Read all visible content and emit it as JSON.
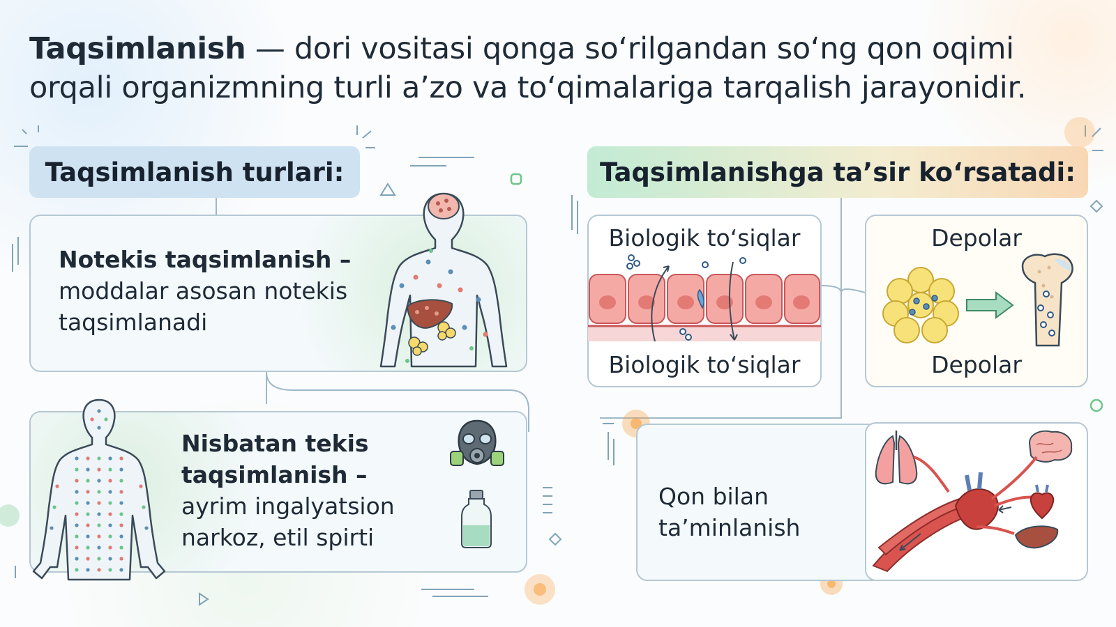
{
  "intro": {
    "term": "Taqsimlanish",
    "text": " — dori vositasi qonga so‘rilgandan so‘ng qon oqimi orqali organizmning turli a’zo va to‘qimalariga tarqalish jarayonidir."
  },
  "left": {
    "heading": "Taqsimlanish turlari:",
    "uneven": {
      "title": "Notekis taqsimlanish –",
      "desc": "moddalar asosan notekis taqsimlanadi"
    },
    "even": {
      "title": "Nisbatan tekis taqsimlanish –",
      "desc": "ayrim ingalyatsion narkoz, etil spirti"
    }
  },
  "right": {
    "heading": "Taqsimlanishga ta’sir ko‘rsatadi:",
    "barriers": {
      "top_label": "Biologik to‘siqlar",
      "bottom_label": "Biologik to‘siqlar"
    },
    "depots": {
      "top_label": "Depolar",
      "bottom_label": "Depolar"
    },
    "blood_supply": {
      "label": "Qon bilan ta’minlanish"
    }
  },
  "icons": {
    "uneven_card": "human-body-organs-icon",
    "even_card": "human-body-dots-icon",
    "gas_mask": "gas-mask-icon",
    "bottle": "bottle-icon",
    "barrier": "cell-barrier-icon",
    "fat": "fat-cells-icon",
    "bone": "bone-icon",
    "circulation": "circulation-organs-icon"
  },
  "colors": {
    "left_pill": "#cfe2f2",
    "right_pill_start": "#c2ebd4",
    "right_pill_end": "#f8d7b4",
    "card_border": "#b5c8d4",
    "vessel_red": "#d9534f"
  }
}
